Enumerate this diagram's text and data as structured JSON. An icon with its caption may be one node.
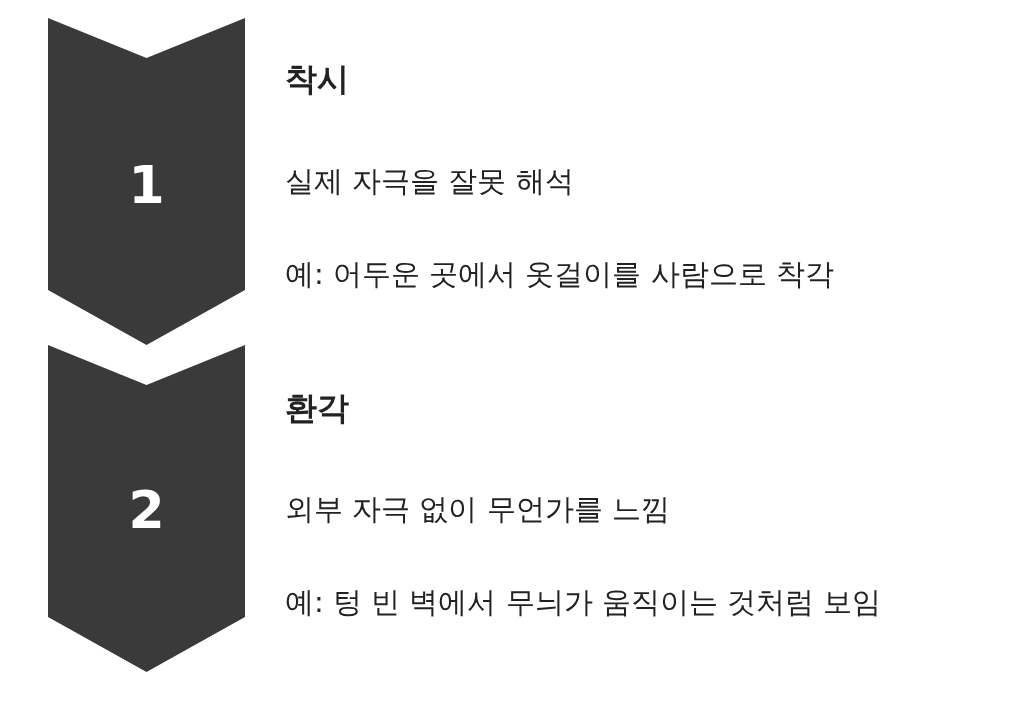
{
  "diagram": {
    "nodes": [
      {
        "text": [
          "1"
        ],
        "beside": [
          "착시",
          "실제 자극을 잘못 해석",
          "예: 어두운 곳에서 옷걸이를 사람으로 착각"
        ]
      },
      {
        "text": [
          "2"
        ],
        "beside": [
          "환각",
          "외부 자극 없이 무언가를 느낌",
          "예: 텅 빈 벽에서 무늬가 움직이는 것처럼 보임"
        ]
      }
    ],
    "edges": []
  }
}
